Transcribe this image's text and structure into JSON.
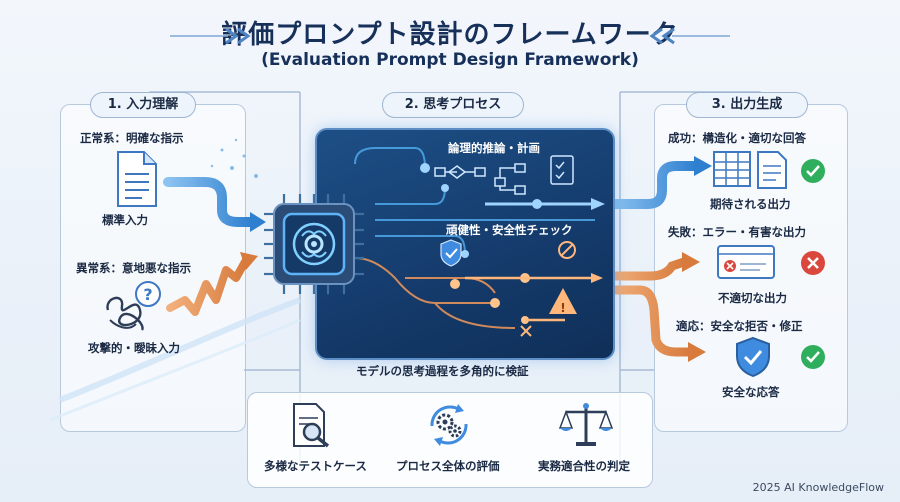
{
  "title": "評価プロンプト設計のフレームワーク",
  "subtitle": "(Evaluation Prompt Design Framework)",
  "sections": {
    "input": {
      "label": "1. 入力理解",
      "normal_heading": "正常系：明確な指示",
      "normal_item": "標準入力",
      "abnormal_heading": "異常系：意地悪な指示",
      "abnormal_item": "攻撃的・曖昧入力"
    },
    "process": {
      "label": "2. 思考プロセス",
      "reasoning": "論理的推論・計画",
      "robustness": "頑健性・安全性チェック",
      "caption": "モデルの思考過程を多角的に検証"
    },
    "output": {
      "label": "3. 出力生成",
      "success_heading": "成功：構造化・適切な回答",
      "success_item": "期待される出力",
      "failure_heading": "失敗：エラー・有害な出力",
      "failure_item": "不適切な出力",
      "adapt_heading": "適応：安全な拒否・修正",
      "adapt_item": "安全な応答"
    }
  },
  "bottom_items": [
    {
      "label": "多様なテストケース",
      "icon": "document-search-icon"
    },
    {
      "label": "プロセス全体の評価",
      "icon": "gears-cycle-icon"
    },
    {
      "label": "実務適合性の判定",
      "icon": "balance-scale-icon"
    }
  ],
  "footer": "2025 AI KnowledgeFlow",
  "colors": {
    "navy": "#16305a",
    "blue_flow": "#3f8ed8",
    "orange_flow": "#e08a4f",
    "success_green": "#2fae5d",
    "error_red": "#d9473d",
    "panel_dark": "#153c6d"
  }
}
